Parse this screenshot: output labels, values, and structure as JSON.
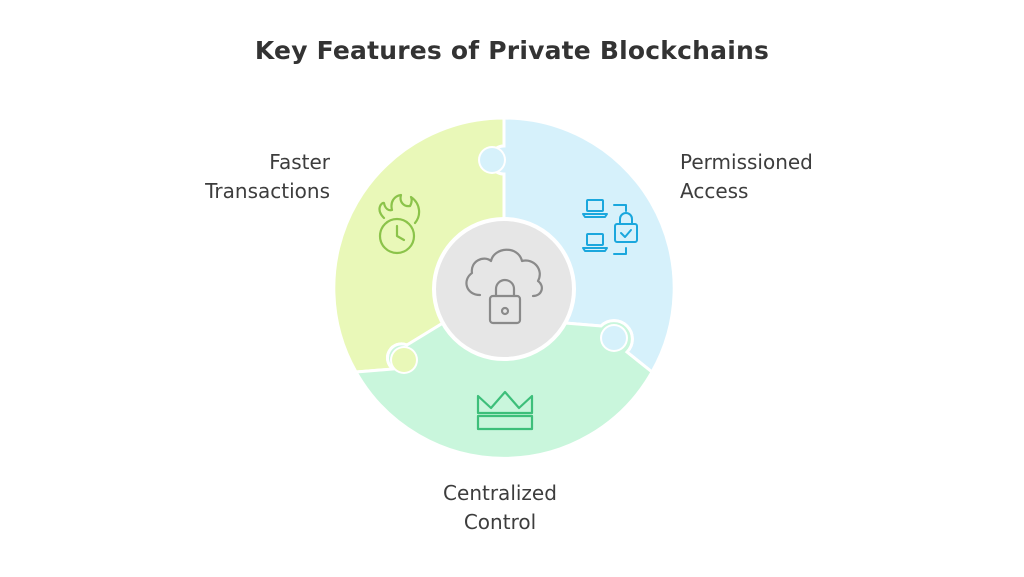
{
  "title": "Key Features of Private Blockchains",
  "segments": [
    {
      "id": "faster-transactions",
      "lines": [
        "Faster",
        "Transactions"
      ],
      "icon": "fire-clock-icon",
      "fill": "#e9f8b8",
      "stroke": "#8bc34a"
    },
    {
      "id": "permissioned-access",
      "lines": [
        "Permissioned",
        "Access"
      ],
      "icon": "laptops-lock-icon",
      "fill": "#d6f1fb",
      "stroke": "#1aa7dd"
    },
    {
      "id": "centralized-control",
      "lines": [
        "Centralized",
        "Control"
      ],
      "icon": "crown-icon",
      "fill": "#c9f6dc",
      "stroke": "#3dbf7a"
    }
  ],
  "center": {
    "icon": "cloud-lock-icon",
    "fill": "#e6e6e6",
    "stroke": "#8a8a8a"
  }
}
